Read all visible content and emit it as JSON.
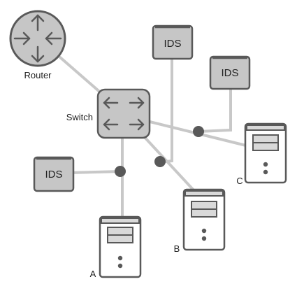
{
  "nodes": {
    "router": {
      "label": "Router",
      "icon": "router-icon"
    },
    "switch": {
      "label": "Switch",
      "icon": "switch-icon"
    },
    "ids_top": {
      "label": "IDS"
    },
    "ids_right": {
      "label": "IDS"
    },
    "ids_left": {
      "label": "IDS"
    },
    "server_a": {
      "label": "A",
      "icon": "server-icon"
    },
    "server_b": {
      "label": "B",
      "icon": "server-icon"
    },
    "server_c": {
      "label": "C",
      "icon": "server-icon"
    }
  },
  "colors": {
    "link": "#c8c8c8",
    "device_fill": "#c6c6c6",
    "outline": "#595959"
  }
}
